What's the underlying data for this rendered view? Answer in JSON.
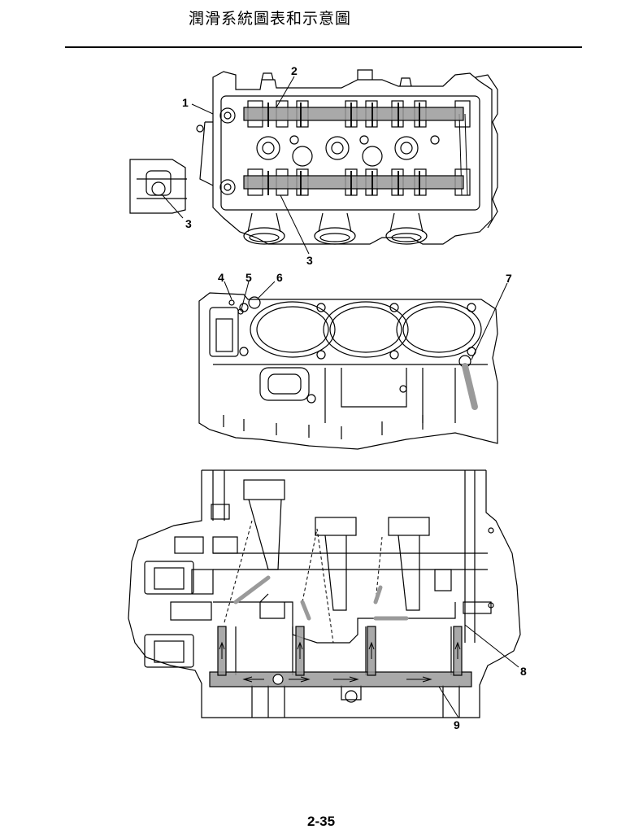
{
  "page": {
    "title": "潤滑系統圖表和示意圖",
    "page_number": "2-35"
  },
  "callouts": {
    "c1": "1",
    "c2": "2",
    "c3a": "3",
    "c3b": "3",
    "c4": "4",
    "c5": "5",
    "c6": "6",
    "c7": "7",
    "c8": "8",
    "c9": "9"
  },
  "colors": {
    "line": "#000000",
    "oil_passage": "#9a9a9a",
    "background": "#ffffff"
  }
}
